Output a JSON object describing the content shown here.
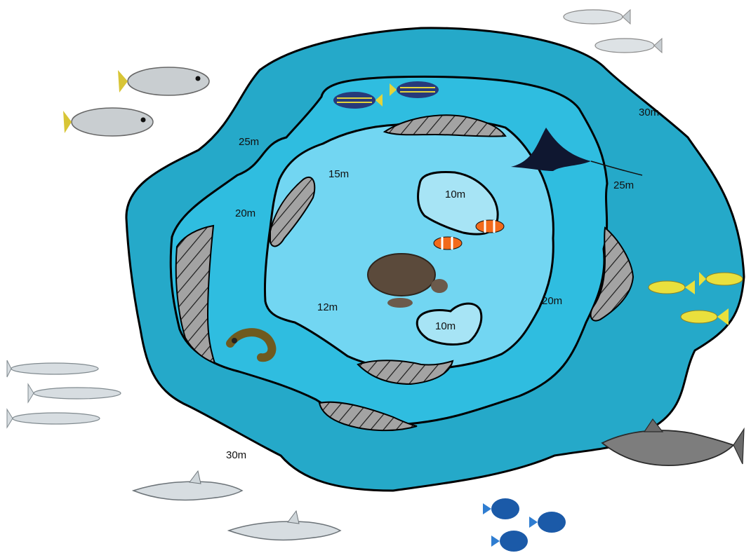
{
  "map": {
    "colors": {
      "background": "#ffffff",
      "zone_30m": "#25a9c9",
      "zone_25m": "#2fbde0",
      "zone_15m": "#72d6f2",
      "zone_10m": "#a7e4f5",
      "overhang_fill": "#a3a3a3",
      "outline": "#000000"
    },
    "depth_labels": {
      "outer_top_right": "30m",
      "outer_bottom_left": "30m",
      "ring_left_25": "25m",
      "ring_right_25": "25m",
      "ring_left_20": "20m",
      "ring_right_20": "20m",
      "inner_15": "15m",
      "inner_12": "12m",
      "pinnacle_top_10": "10m",
      "pinnacle_bottom_10": "10m"
    },
    "fauna": [
      "trevally",
      "tuna",
      "sweetlips",
      "eagle-ray",
      "clownfish",
      "sea-turtle",
      "moray-eel",
      "snapper",
      "barracuda",
      "reef-shark",
      "grouper-shark",
      "triggerfish"
    ]
  }
}
